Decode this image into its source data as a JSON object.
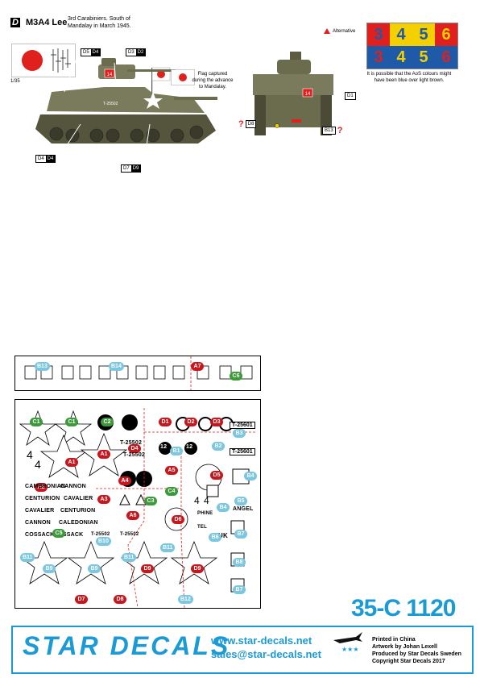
{
  "header": {
    "badge": "D",
    "model": "M3A4 Lee",
    "unit_line1": "3rd Carabiniers. South of",
    "unit_line2": "Mandalay in March 1945.",
    "scale": "1/35",
    "flag_caption_1": "Flag captured",
    "flag_caption_2": "during the advance",
    "flag_caption_3": "to Mandalay.",
    "alternative": "Alternative",
    "alt_note_1": "It is possible that the AoS colours might",
    "alt_note_2": "have been blue over light brown.",
    "serial": "T-25502",
    "tank_number": "14"
  },
  "callouts": {
    "d5": [
      "D5",
      "D4"
    ],
    "d3": [
      "D3",
      "D2"
    ],
    "d4": [
      "D4",
      "D4"
    ],
    "d7": [
      "D7",
      "D9"
    ],
    "d1": [
      "D1"
    ],
    "d8": [
      "D8"
    ],
    "b13": [
      "B13"
    ]
  },
  "swatches": {
    "top": [
      {
        "n": "3",
        "bg": "#e0201c",
        "fg": "#1e5aa8"
      },
      {
        "n": "4",
        "bg": "#f4d000",
        "fg": "#1e5aa8"
      },
      {
        "n": "5",
        "bg": "#f4d000",
        "fg": "#1e5aa8"
      },
      {
        "n": "6",
        "bg": "#e0201c",
        "fg": "#f4d000"
      }
    ],
    "bottom": [
      {
        "n": "3",
        "bg": "#1e5aa8",
        "fg": "#e0201c"
      },
      {
        "n": "4",
        "bg": "#1e5aa8",
        "fg": "#f4d000"
      },
      {
        "n": "5",
        "bg": "#1e5aa8",
        "fg": "#f4d000"
      },
      {
        "n": "6",
        "bg": "#1e5aa8",
        "fg": "#e0201c"
      }
    ]
  },
  "sheet_small": {
    "b13": "B13",
    "b14": "B14",
    "a7": "A7",
    "c6": "C6"
  },
  "sheet": {
    "c1": "C1",
    "c2": "C2",
    "c3": "C3",
    "c4": "C4",
    "c5": "C5",
    "a1": "A1",
    "a2": "A2",
    "a3": "A3",
    "a4": "A4",
    "a5": "A5",
    "a6": "A6",
    "d1": "D1",
    "d2": "D2",
    "d3": "D3",
    "d4": "D4",
    "d5": "D5",
    "d6": "D6",
    "d7": "D7",
    "d8": "D8",
    "d9": "D9",
    "b1": "B1",
    "b2": "B2",
    "b3": "B3",
    "b4": "B4",
    "b5": "B5",
    "b6": "B6",
    "b7": "B7",
    "b8": "B8",
    "b9": "B9",
    "b10": "B10",
    "b11": "B11",
    "b12": "B12",
    "names": [
      "CAVALIER",
      "CENTURION",
      "CANNON",
      "CALEDONIAN",
      "COSSACK",
      "CAMERONIAN"
    ],
    "serial": "T-25502",
    "serial2": "T-25601",
    "n12": "12",
    "n4": "4",
    "auk": "AUK",
    "angel": "ANGEL",
    "tel": "TEL",
    "phine": "PHINE"
  },
  "footer": {
    "code": "35-C 1120",
    "brand": "STAR DECALS",
    "web": "www.star-decals.net",
    "email": "sales@star-decals.net",
    "printed": "Printed in China",
    "artwork": "Artwork by Johan Lexell",
    "produced": "Produced by Star Decals Sweden",
    "copyright": "Copyright Star Decals 2017"
  },
  "colors": {
    "accent": "#1b9ad6",
    "red": "#c8161c",
    "green": "#3d9a3a",
    "blue": "#7bc6e0",
    "olive": "#6b6b4e"
  }
}
